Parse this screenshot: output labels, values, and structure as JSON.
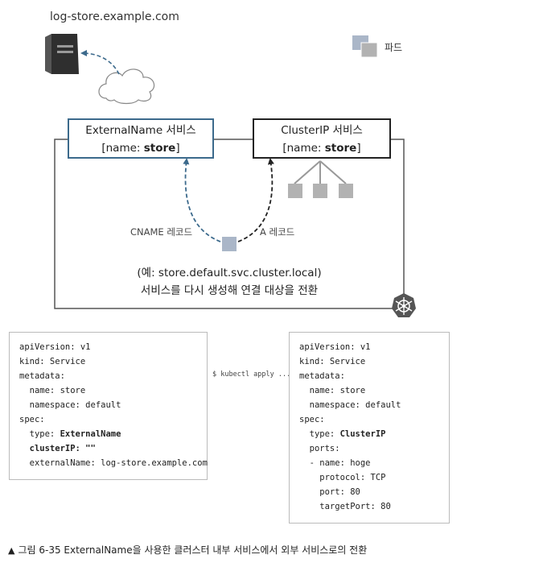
{
  "diagram": {
    "domain_label": "log-store.example.com",
    "legend_label": "파드",
    "externalname_box": {
      "title": "ExternalName 서비스",
      "field_prefix": "[name: ",
      "field_value": "store",
      "field_suffix": "]"
    },
    "clusterip_box": {
      "title": "ClusterIP 서비스",
      "field_prefix": "[name: ",
      "field_value": "store",
      "field_suffix": "]"
    },
    "cname_label": "CNAME 레코드",
    "a_label": "A 레코드",
    "note_line1": "(예: store.default.svc.cluster.local)",
    "note_line2": "서비스를 다시 생성해 연결 대상을 전환",
    "icons": [
      "server-icon",
      "cloud-icon",
      "pod-icon",
      "kubernetes-icon",
      "bidirectional-arrow-icon"
    ],
    "colors": {
      "external_blue": "#3c6a8c",
      "pod_gray": "#b2b2b2",
      "pod_blue": "#aab6c8",
      "arrow_blue": "#9fb1c8"
    }
  },
  "apply_command": "$ kubectl apply ...",
  "left_code": [
    {
      "text": "apiVersion: v1",
      "bold": false
    },
    {
      "text": "kind: Service",
      "bold": false
    },
    {
      "text": "metadata:",
      "bold": false
    },
    {
      "text": "  name: store",
      "bold": false
    },
    {
      "text": "  namespace: default",
      "bold": false
    },
    {
      "text": "spec:",
      "bold": false
    },
    {
      "text": "  type: ",
      "bold": false,
      "bold_tail": "ExternalName"
    },
    {
      "text": "  clusterIP: \"\"",
      "bold": true
    },
    {
      "text": "  externalName: log-store.example.com",
      "bold": false
    }
  ],
  "right_code": [
    {
      "text": "apiVersion: v1",
      "bold": false
    },
    {
      "text": "kind: Service",
      "bold": false
    },
    {
      "text": "metadata:",
      "bold": false
    },
    {
      "text": "  name: store",
      "bold": false
    },
    {
      "text": "  namespace: default",
      "bold": false
    },
    {
      "text": "spec:",
      "bold": false
    },
    {
      "text": "  type: ",
      "bold": false,
      "bold_tail": "ClusterIP"
    },
    {
      "text": "  ports:",
      "bold": false
    },
    {
      "text": "  - name: hoge",
      "bold": false
    },
    {
      "text": "    protocol: TCP",
      "bold": false
    },
    {
      "text": "    port: 80",
      "bold": false
    },
    {
      "text": "    targetPort: 80",
      "bold": false
    }
  ],
  "caption": {
    "marker": "▲",
    "text": "그림 6-35 ExternalName을 사용한 클러스터 내부 서비스에서 외부 서비스로의 전환"
  }
}
